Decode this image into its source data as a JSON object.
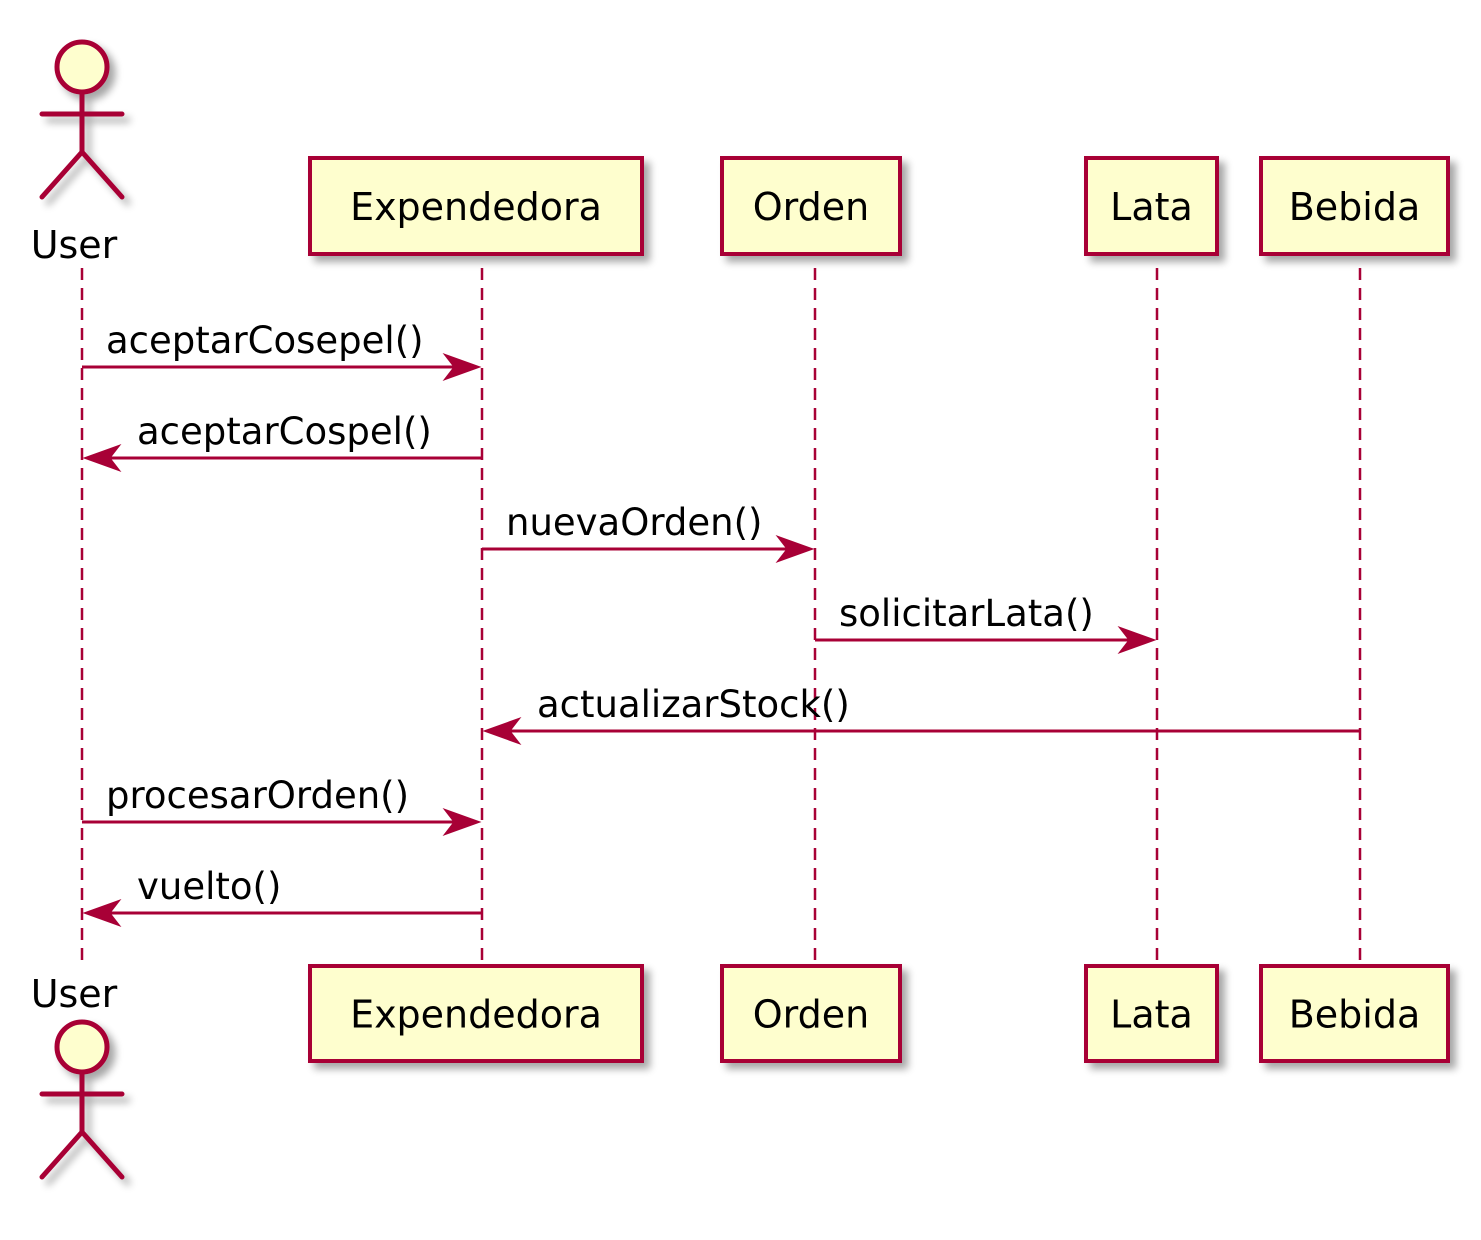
{
  "diagram": {
    "type": "sequence",
    "colors": {
      "border": "#A80036",
      "fill": "#FEFECE",
      "text": "#000000",
      "background": "#FFFFFF"
    },
    "participants": [
      {
        "id": "user",
        "label": "User",
        "kind": "actor"
      },
      {
        "id": "expendedora",
        "label": "Expendedora",
        "kind": "participant"
      },
      {
        "id": "orden",
        "label": "Orden",
        "kind": "participant"
      },
      {
        "id": "lata",
        "label": "Lata",
        "kind": "participant"
      },
      {
        "id": "bebida",
        "label": "Bebida",
        "kind": "participant"
      }
    ],
    "messages": [
      {
        "from": "user",
        "to": "expendedora",
        "label": "aceptarCosepel()"
      },
      {
        "from": "expendedora",
        "to": "user",
        "label": "aceptarCospel()"
      },
      {
        "from": "expendedora",
        "to": "orden",
        "label": "nuevaOrden()"
      },
      {
        "from": "orden",
        "to": "lata",
        "label": "solicitarLata()"
      },
      {
        "from": "bebida",
        "to": "expendedora",
        "label": "actualizarStock()"
      },
      {
        "from": "user",
        "to": "expendedora",
        "label": "procesarOrden()"
      },
      {
        "from": "expendedora",
        "to": "user",
        "label": "vuelto()"
      }
    ]
  }
}
